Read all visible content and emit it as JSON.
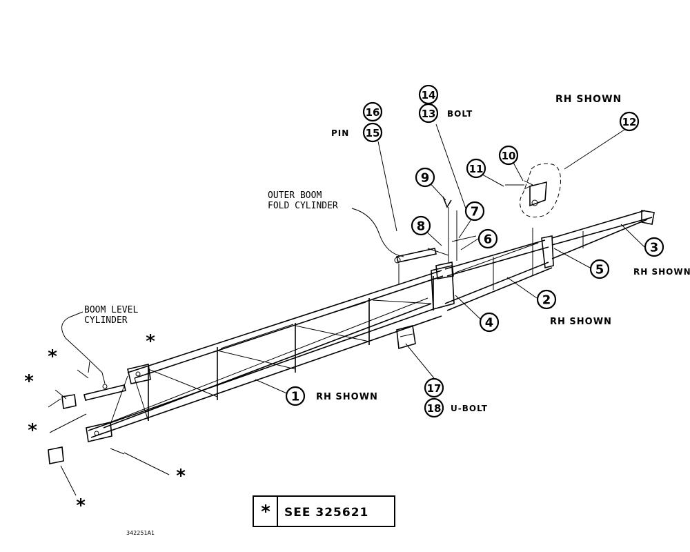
{
  "diagram": {
    "header_note": "RH SHOWN",
    "callouts": [
      {
        "id": "c1",
        "num": "1",
        "note": "RH SHOWN"
      },
      {
        "id": "c2",
        "num": "2",
        "note": "RH SHOWN"
      },
      {
        "id": "c3",
        "num": "3",
        "note": "RH SHOWN"
      },
      {
        "id": "c4",
        "num": "4",
        "note": ""
      },
      {
        "id": "c5",
        "num": "5",
        "note": ""
      },
      {
        "id": "c6",
        "num": "6",
        "note": ""
      },
      {
        "id": "c7",
        "num": "7",
        "note": ""
      },
      {
        "id": "c8",
        "num": "8",
        "note": ""
      },
      {
        "id": "c9",
        "num": "9",
        "note": ""
      },
      {
        "id": "c10",
        "num": "10",
        "note": ""
      },
      {
        "id": "c11",
        "num": "11",
        "note": ""
      },
      {
        "id": "c12",
        "num": "12",
        "note": ""
      },
      {
        "id": "c13",
        "num": "13",
        "note": "BOLT"
      },
      {
        "id": "c14",
        "num": "14",
        "note": ""
      },
      {
        "id": "c15",
        "num": "15",
        "note": ""
      },
      {
        "id": "c16",
        "num": "16",
        "note": ""
      },
      {
        "id": "c17",
        "num": "17",
        "note": ""
      },
      {
        "id": "c18",
        "num": "18",
        "note": "U-BOLT"
      }
    ],
    "pin_label": "PIN",
    "outer_boom_label": [
      "OUTER BOOM",
      "FOLD CYLINDER"
    ],
    "boom_level_label": [
      "BOOM LEVEL",
      "CYLINDER"
    ],
    "asterisk": "*",
    "legend": {
      "symbol": "*",
      "text": "SEE 325621"
    },
    "figure_id": "342251A1"
  }
}
